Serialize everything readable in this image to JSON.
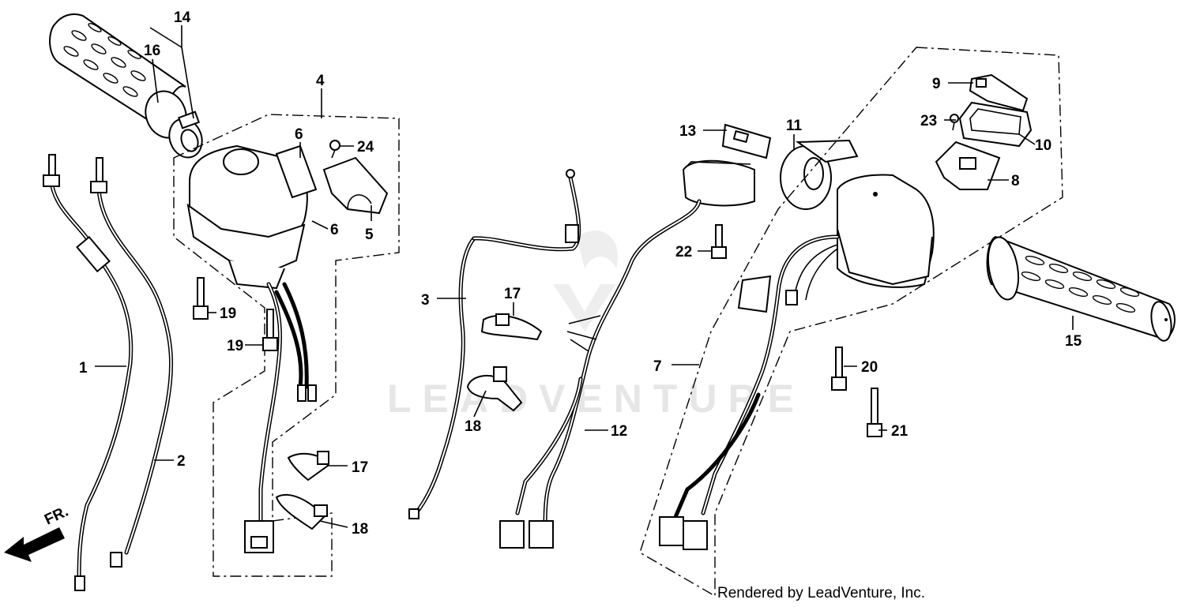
{
  "diagram": {
    "callouts": [
      "1",
      "2",
      "3",
      "4",
      "5",
      "6",
      "6",
      "7",
      "8",
      "9",
      "10",
      "11",
      "12",
      "13",
      "14",
      "15",
      "16",
      "17",
      "17",
      "18",
      "18",
      "19",
      "19",
      "20",
      "21",
      "22",
      "23",
      "24"
    ],
    "direction_label": "FR.",
    "watermark": "LEADVENTURE",
    "credit": "Rendered by LeadVenture, Inc."
  }
}
